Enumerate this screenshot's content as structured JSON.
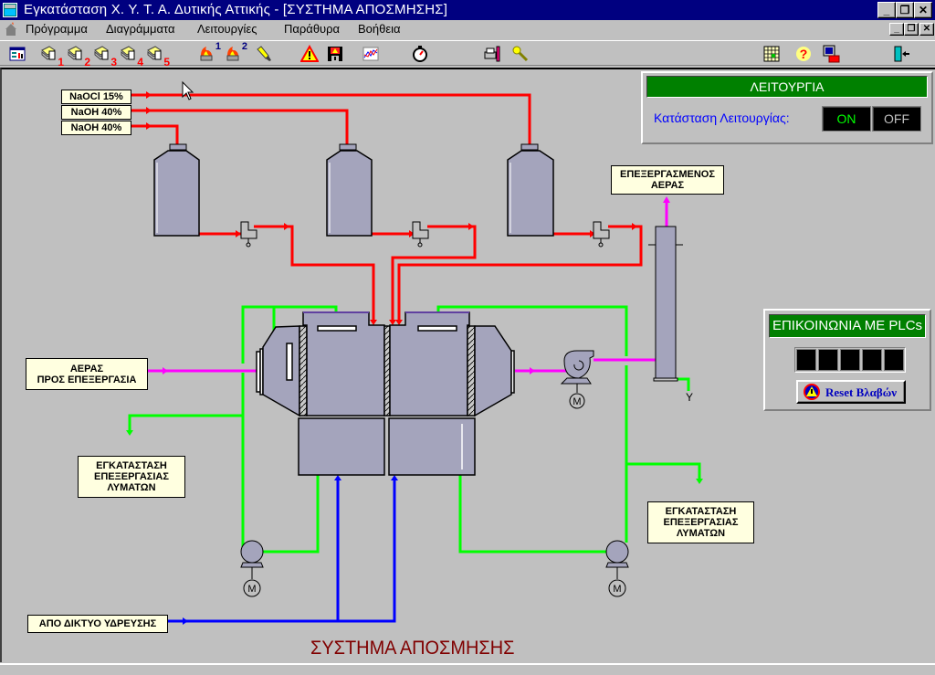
{
  "window": {
    "title": "Εγκατάσταση Χ. Υ. Τ. Α. Δυτικής Αττικής - [ΣΥΣΤΗΜΑ ΑΠΟΣΜΗΣΗΣ]",
    "controls": {
      "minimize": "_",
      "restore": "❐",
      "close": "✕"
    }
  },
  "menu": {
    "items": [
      "Πρόγραμμα",
      "Διαγράμματα",
      "Λειτουργίες",
      "Παράθυρα",
      "Βοήθεια"
    ]
  },
  "toolbar": {
    "buttons": [
      {
        "icon": "overview-window-icon"
      },
      {
        "icon": "report-icon",
        "badge": "1"
      },
      {
        "icon": "report-icon",
        "badge": "2"
      },
      {
        "icon": "report-icon",
        "badge": "3"
      },
      {
        "icon": "report-icon",
        "badge": "4"
      },
      {
        "icon": "report-icon",
        "badge": "5"
      },
      {
        "icon": "alarm-fire-icon",
        "badge": "1"
      },
      {
        "icon": "alarm-fire-icon",
        "badge": "2"
      },
      {
        "icon": "flashlight-icon"
      },
      {
        "icon": "warning-icon"
      },
      {
        "icon": "save-alarm-icon"
      },
      {
        "icon": "trend-chart-icon"
      },
      {
        "icon": "stopwatch-icon"
      },
      {
        "icon": "printer-setup-icon"
      },
      {
        "icon": "key-icon"
      },
      {
        "icon": "grid-table-icon"
      },
      {
        "icon": "help-icon"
      },
      {
        "icon": "computer-phone-icon"
      },
      {
        "icon": "exit-door-icon"
      }
    ]
  },
  "operation_panel": {
    "header": "ΛΕΙΤΟΥΡΓΙΑ",
    "status_label": "Κατάσταση Λειτουργίας:",
    "on_label": "ON",
    "off_label": "OFF",
    "active_state": "ON"
  },
  "plc_panel": {
    "header": "ΕΠΙΚΟΙΝΩΝΙΑ ΜΕ PLCs",
    "indicators": 5,
    "reset_label": "Reset Βλαβών"
  },
  "labels": {
    "naocl": "NaOCl 15%",
    "naoh1": "NaOH 40%",
    "naoh2": "NaOH 40%",
    "treated_air": "ΕΠΕΞΕΡΓΑΣΜΕΝΟΣ\nΑΕΡΑΣ",
    "air_in": "ΑΕΡΑΣ\nΠΡΟΣ ΕΠΕΞΕΡΓΑΣΙΑ",
    "wastewater_left": "ΕΓΚΑΤΑΣΤΑΣΗ\nΕΠΕΞΕΡΓΑΣΙΑΣ\nΛΥΜΑΤΩΝ",
    "wastewater_right": "ΕΓΚΑΤΑΣΤΑΣΗ\nΕΠΕΞΕΡΓΑΣΙΑΣ\nΛΥΜΑΤΩΝ",
    "water_supply": "ΑΠΟ ΔΙΚΤΥΟ ΥΔΡΕΥΣΗΣ",
    "motor": "M",
    "drain": "Y"
  },
  "diagram_title": "ΣΥΣΤΗΜΑ ΑΠΟΣΜΗΣΗΣ",
  "colors": {
    "titlebar": "#000080",
    "chemical_line": "#ff0000",
    "water_line": "#00ff00",
    "air_line": "#ff00ff",
    "supply_line": "#0000ff",
    "vessel": "#a4a4bc",
    "panel_header": "#008000",
    "title_text": "#800000"
  }
}
